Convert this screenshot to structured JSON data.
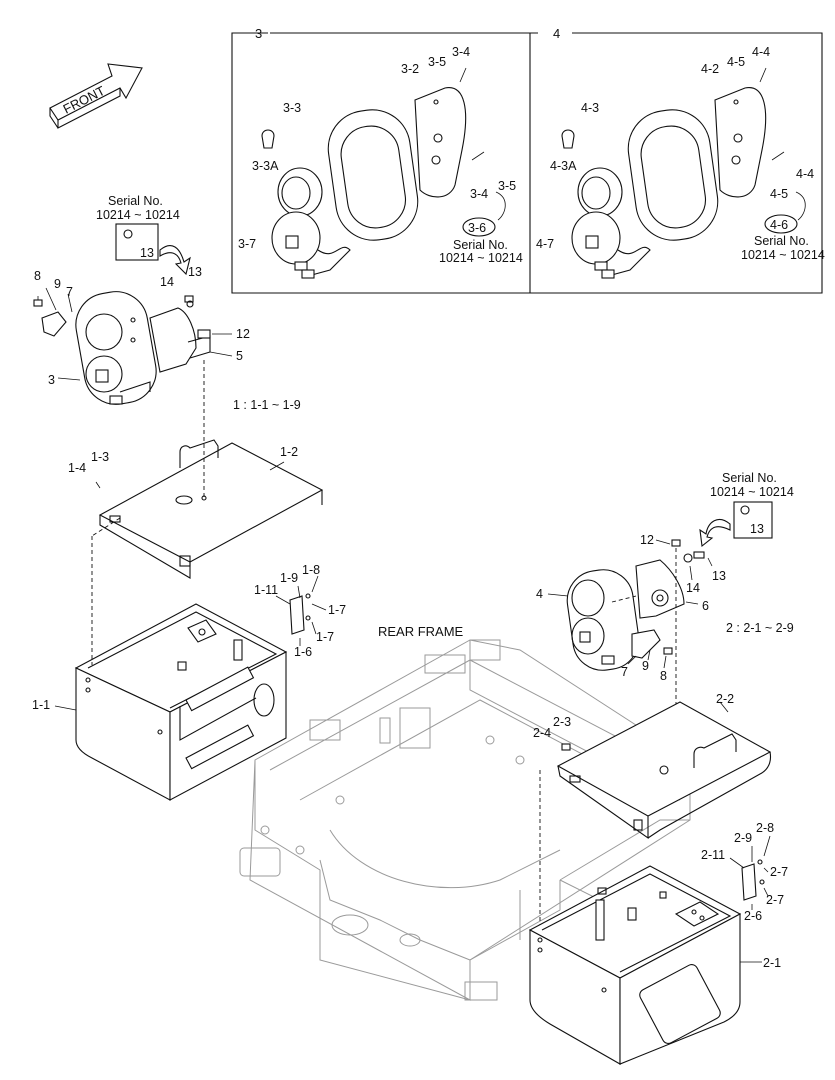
{
  "direction_arrow": "FRONT",
  "frame_label": "REAR FRAME",
  "panels": [
    {
      "id": "3",
      "labels": [
        "3-2",
        "3-5",
        "3-4",
        "3-3",
        "3-3A",
        "3-7",
        "3-5",
        "3-4"
      ],
      "note_circle": "3-6",
      "note_serial": "Serial No.",
      "note_range": "10214 ~ 10214"
    },
    {
      "id": "4",
      "labels": [
        "4-2",
        "4-5",
        "4-4",
        "4-3",
        "4-3A",
        "4-7",
        "4-4",
        "4-5"
      ],
      "note_circle": "4-6",
      "note_serial": "Serial No.",
      "note_range": "10214 ~ 10214"
    }
  ],
  "serial_notes": [
    {
      "title": "Serial No.",
      "range": "10214 ~ 10214",
      "part": "13"
    },
    {
      "title": "Serial No.",
      "range": "10214 ~ 10214",
      "part": "13"
    }
  ],
  "left_lamp_labels": [
    "8",
    "9",
    "7",
    "3",
    "14",
    "13",
    "12",
    "5"
  ],
  "left_range": "1 : 1-1 ~ 1-9",
  "right_range": "2 : 2-1 ~ 2-9",
  "left_cover_labels": [
    "1-2",
    "1-3",
    "1-4"
  ],
  "left_box_labels": [
    "1-1",
    "1-11",
    "1-9",
    "1-8",
    "1-7",
    "1-7",
    "1-6"
  ],
  "right_lamp_labels": [
    "12",
    "14",
    "13",
    "4",
    "6",
    "7",
    "9",
    "8"
  ],
  "right_cover_labels": [
    "2-2",
    "2-3",
    "2-4"
  ],
  "right_box_labels": [
    "2-1",
    "2-11",
    "2-9",
    "2-8",
    "2-7",
    "2-7",
    "2-6"
  ]
}
